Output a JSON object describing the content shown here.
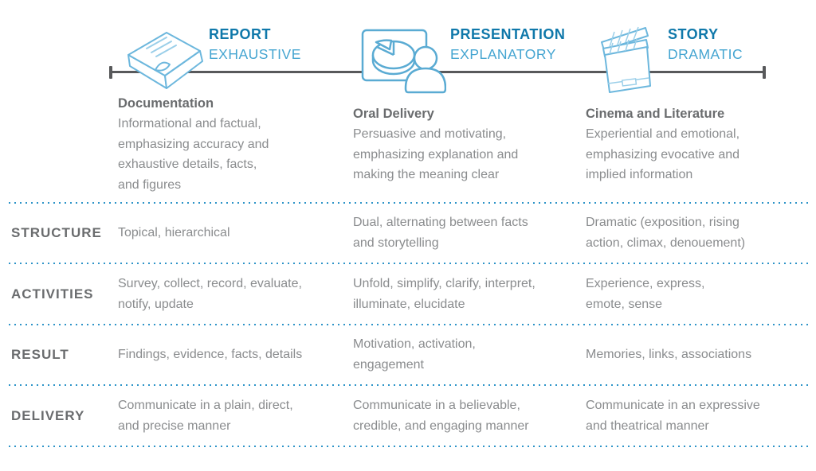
{
  "stages": [
    {
      "title": "REPORT",
      "subtitle": "EXHAUSTIVE",
      "icon": "report-book-icon"
    },
    {
      "title": "PRESENTATION",
      "subtitle": "EXPLANATORY",
      "icon": "presentation-board-icon"
    },
    {
      "title": "STORY",
      "subtitle": "DRAMATIC",
      "icon": "clapperboard-icon"
    }
  ],
  "columns": [
    {
      "heading": "Documentation",
      "description": "Informational and factual,\nemphasizing accuracy and\nexhaustive details, facts,\nand figures"
    },
    {
      "heading": "Oral Delivery",
      "description": "Persuasive and motivating,\nemphasizing explanation and\nmaking the meaning clear"
    },
    {
      "heading": "Cinema and Literature",
      "description": "Experiential and emotional,\nemphasizing evocative and\nimplied information"
    }
  ],
  "rows": [
    {
      "label": "STRUCTURE",
      "cells": [
        "Topical, hierarchical",
        "Dual, alternating between facts\nand storytelling",
        "Dramatic (exposition, rising\naction, climax, denouement)"
      ]
    },
    {
      "label": "ACTIVITIES",
      "cells": [
        "Survey, collect, record, evaluate,\nnotify, update",
        "Unfold, simplify, clarify, interpret,\nilluminate, elucidate",
        "Experience, express,\nemote, sense"
      ]
    },
    {
      "label": "RESULT",
      "cells": [
        "Findings, evidence, facts, details",
        "Motivation, activation,\nengagement",
        "Memories, links, associations"
      ]
    },
    {
      "label": "DELIVERY",
      "cells": [
        "Communicate in a plain, direct,\nand precise manner",
        "Communicate in a believable,\ncredible, and engaging manner",
        "Communicate in an expressive\nand theatrical manner"
      ]
    }
  ],
  "colors": {
    "title_blue": "#0f78aa",
    "subtitle_blue": "#45a5d1",
    "icon_blue": "#5aabd3",
    "icon_blue_light": "#9bcfe9",
    "axis_gray": "#58595b",
    "dot_blue": "#2e94c8",
    "text_gray": "#8a8c8e",
    "heading_gray": "#6a6c6e",
    "bg": "#ffffff"
  }
}
